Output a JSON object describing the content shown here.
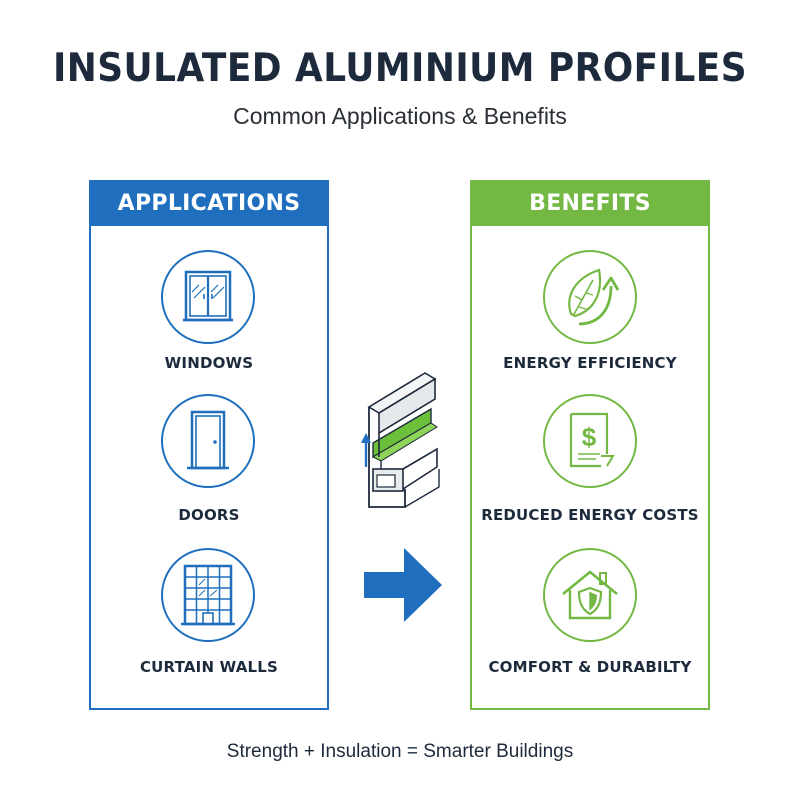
{
  "header": {
    "title": "INSULATED ALUMINIUM PROFILES",
    "subtitle": "Common Applications & Benefits"
  },
  "applications": {
    "title": "APPLICATIONS",
    "items": [
      {
        "label": "WINDOWS",
        "icon": "window-icon"
      },
      {
        "label": "DOORS",
        "icon": "door-icon"
      },
      {
        "label": "CURTAIN WALLS",
        "icon": "building-icon"
      }
    ]
  },
  "benefits": {
    "title": "BENEFITS",
    "items": [
      {
        "label": "ENERGY EFFICIENCY",
        "icon": "leaf-arrow-icon"
      },
      {
        "label": "REDUCED ENERGY COSTS",
        "icon": "dollar-document-icon"
      },
      {
        "label": "COMFORT & DURABILTY",
        "icon": "house-shield-icon"
      }
    ]
  },
  "footer": {
    "text": "Strength + Insulation = Smarter Buildings"
  },
  "colors": {
    "blue": "#1f6fbe",
    "green": "#72b843",
    "dark": "#1d2a3c"
  }
}
